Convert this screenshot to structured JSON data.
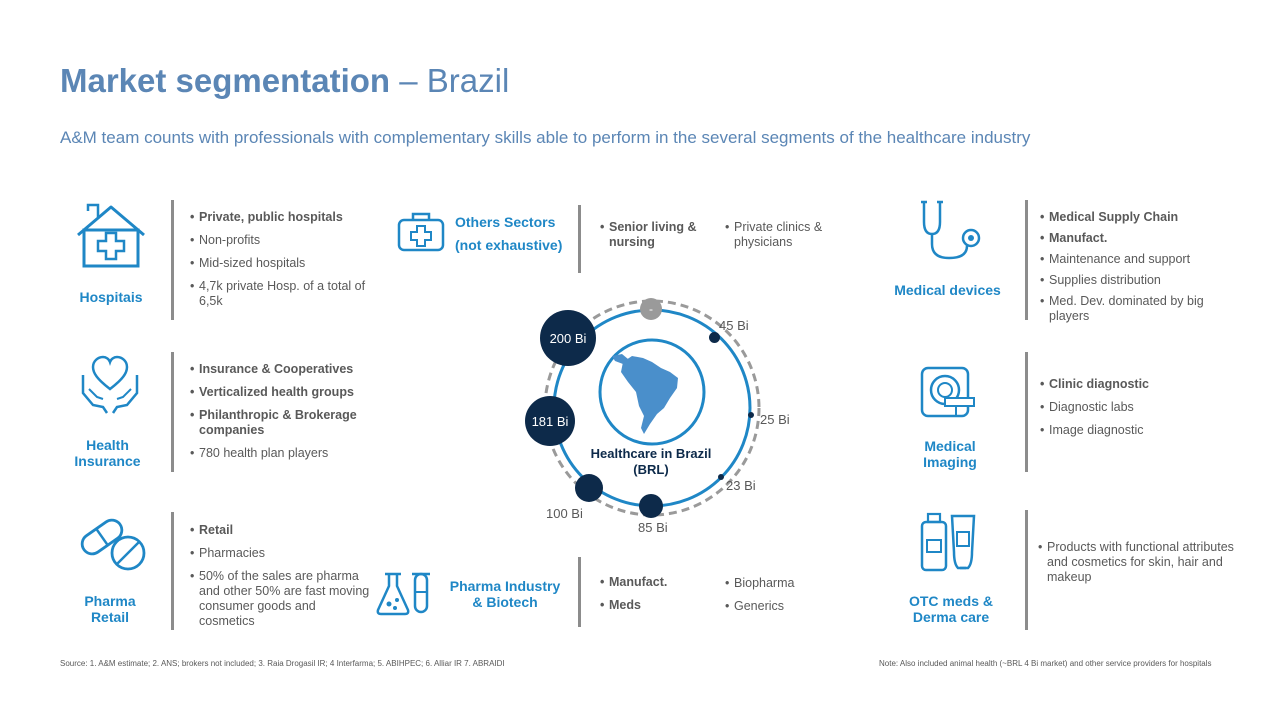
{
  "header": {
    "title_bold": "Market segmentation",
    "title_rest": " – Brazil",
    "subtitle": "A&M team counts with professionals with complementary skills able to perform in the several segments of the healthcare industry"
  },
  "segments": {
    "hospitals": {
      "label": "Hospitais",
      "bullets": [
        "Private, public hospitals",
        "Non-profits",
        "Mid-sized hospitals",
        "4,7k private Hosp. of a total of 6,5k"
      ]
    },
    "health_insurance": {
      "label_line1": "Health",
      "label_line2": "Insurance",
      "bullets": [
        "Insurance & Cooperatives",
        "Verticalized health  groups",
        "Philanthropic & Brokerage companies",
        "780 health plan players"
      ]
    },
    "pharma_retail": {
      "label_line1": "Pharma",
      "label_line2": "Retail",
      "bullets": [
        "Retail",
        "Pharmacies",
        "50% of the sales are pharma and other 50% are fast moving consumer goods and cosmetics"
      ]
    },
    "others": {
      "label_line1": "Others Sectors",
      "label_line2": "(not exhaustive)",
      "col1": [
        "Senior living & nursing"
      ],
      "col2": [
        "Private clinics & physicians"
      ]
    },
    "pharma_industry": {
      "label_line1": "Pharma Industry",
      "label_line2": "& Biotech",
      "col1": [
        "Manufact.",
        "Meds"
      ],
      "col2": [
        "Biopharma",
        "Generics"
      ]
    },
    "medical_devices": {
      "label": "Medical devices",
      "bullets": [
        "Medical Supply Chain",
        "Manufact.",
        "Maintenance and support",
        "Supplies distribution",
        "Med. Dev. dominated by big players"
      ]
    },
    "medical_imaging": {
      "label_line1": "Medical",
      "label_line2": "Imaging",
      "bullets": [
        "Clinic diagnostic",
        "Diagnostic labs",
        "Image diagnostic"
      ]
    },
    "otc": {
      "label_line1": "OTC meds &",
      "label_line2": "Derma care",
      "bullets": [
        "Products with functional attributes and cosmetics for skin, hair and makeup"
      ]
    }
  },
  "center": {
    "label_line1": "Healthcare in Brazil",
    "label_line2": "(BRL)",
    "top_marker": "-",
    "values": {
      "v200": "200 Bi",
      "v181": "181 Bi",
      "v100": "100 Bi",
      "v85": "85 Bi",
      "v23": "23 Bi",
      "v25": "25 Bi",
      "v45": "45 Bi"
    }
  },
  "footer": {
    "source": "Source: 1. A&M estimate; 2. ANS; brokers not included; 3. Raia Drogasil IR; 4 Interfarma; 5. ABIHPEC; 6. Alliar IR 7. ABRAIDI",
    "note": "Note: Also included animal health (~BRL 4 Bi market) and other service providers for hospitals"
  },
  "colors": {
    "accent": "#1f87c6",
    "title": "#5b86b5",
    "navy": "#0d2a4a",
    "grey": "#8c8c8c"
  }
}
